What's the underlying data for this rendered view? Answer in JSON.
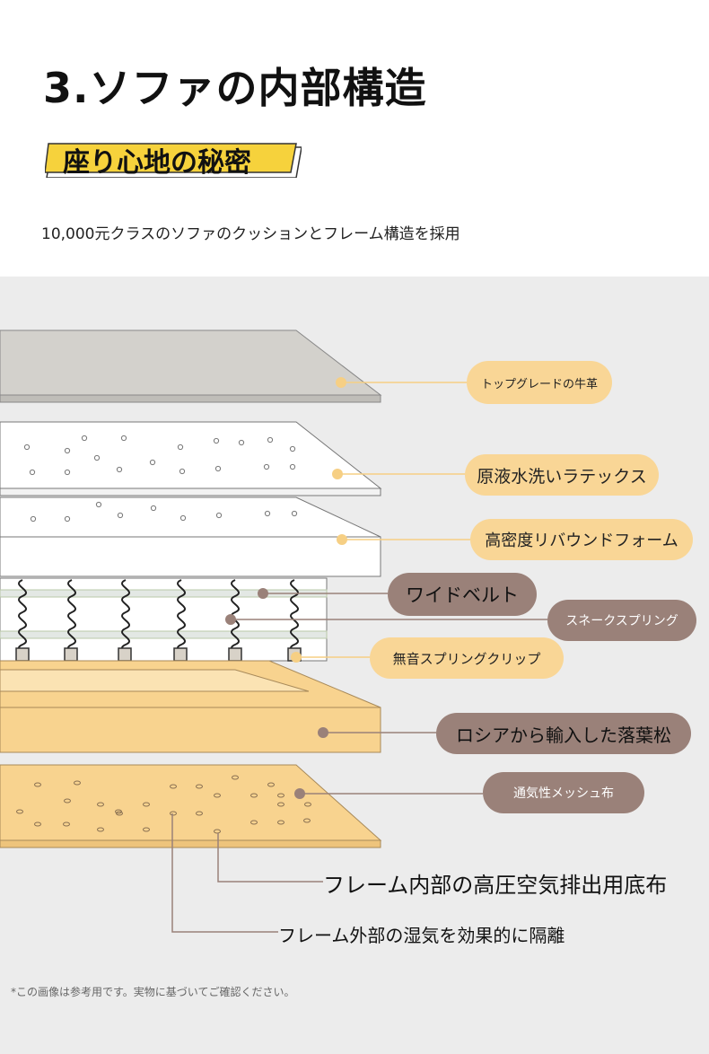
{
  "header": {
    "title": "3.ソファの内部構造",
    "tag": "座り心地の秘密",
    "subtitle": "10,000元クラスのソファのクッションとフレーム構造を採用"
  },
  "layers": [
    {
      "id": "leather",
      "label": "トップグレードの牛革",
      "style": "light"
    },
    {
      "id": "latex",
      "label": "原液水洗いラテックス",
      "style": "light"
    },
    {
      "id": "foam",
      "label": "高密度リバウンドフォーム",
      "style": "light"
    },
    {
      "id": "belt",
      "label": "ワイドベルト",
      "style": "dark"
    },
    {
      "id": "spring",
      "label": "スネークスプリング",
      "style": "dark"
    },
    {
      "id": "clip",
      "label": "無音スプリングクリップ",
      "style": "light"
    },
    {
      "id": "pine",
      "label": "ロシアから輸入した落葉松",
      "style": "dark"
    },
    {
      "id": "mesh",
      "label": "通気性メッシュ布",
      "style": "dark"
    }
  ],
  "callouts": {
    "air_vent": "フレーム内部の高圧空気排出用底布",
    "moisture": "フレーム外部の湿気を効果的に隔離"
  },
  "footnote": "*この画像は参考用です。実物に基づいてご確認ください。",
  "colors": {
    "pill_light": "#f9d696",
    "pill_dark": "#9a8179",
    "wood": "#f8d38f",
    "leather": "#cfcdc8",
    "tag_yellow": "#f6d23c"
  }
}
